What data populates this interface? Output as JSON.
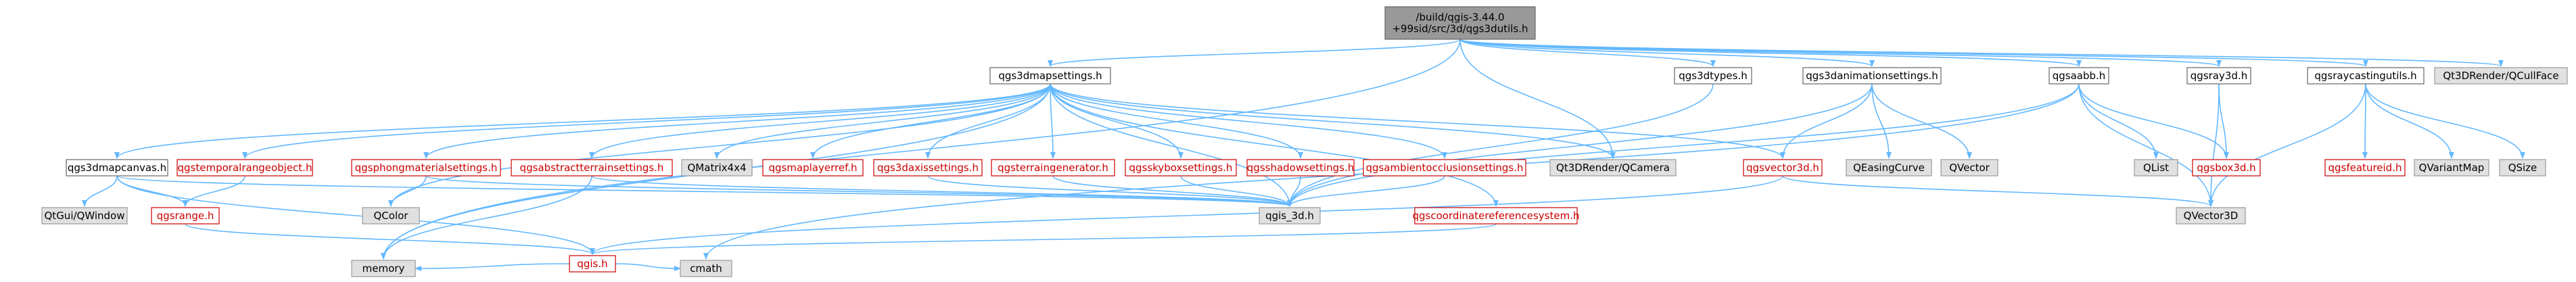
{
  "colors": {
    "root_fill": "#999999",
    "root_stroke": "#666666",
    "plain_fill": "#ffffff",
    "plain_stroke": "#666666",
    "red_fill": "#ffffff",
    "red_stroke": "#cc0000",
    "red_text": "#cc0000",
    "external_fill": "#e0e0e0",
    "external_stroke": "#999999",
    "text": "#000000",
    "edge": "#63b8ff"
  },
  "nodes": [
    {
      "id": "root",
      "lines": [
        "/build/qgis-3.44.0",
        "+99sid/src/3d/qgs3dutils.h"
      ],
      "kind": "root"
    },
    {
      "id": "mapsettings",
      "lines": [
        "qgs3dmapsettings.h"
      ],
      "kind": "plain"
    },
    {
      "id": "types",
      "lines": [
        "qgs3dtypes.h"
      ],
      "kind": "plain"
    },
    {
      "id": "animsettings",
      "lines": [
        "qgs3danimationsettings.h"
      ],
      "kind": "plain"
    },
    {
      "id": "aabb",
      "lines": [
        "qgsaabb.h"
      ],
      "kind": "plain"
    },
    {
      "id": "ray3d",
      "lines": [
        "qgsray3d.h"
      ],
      "kind": "plain"
    },
    {
      "id": "raycasting",
      "lines": [
        "qgsraycastingutils.h"
      ],
      "kind": "plain"
    },
    {
      "id": "cullface",
      "lines": [
        "Qt3DRender/QCullFace"
      ],
      "kind": "external"
    },
    {
      "id": "mapcanvas",
      "lines": [
        "qgs3dmapcanvas.h"
      ],
      "kind": "plain"
    },
    {
      "id": "temporalrange",
      "lines": [
        "qgstemporalrangeobject.h"
      ],
      "kind": "red"
    },
    {
      "id": "phong",
      "lines": [
        "qgsphongmaterialsettings.h"
      ],
      "kind": "red"
    },
    {
      "id": "abstractterrain",
      "lines": [
        "qgsabstractterrainsettings.h"
      ],
      "kind": "red"
    },
    {
      "id": "qmatrix",
      "lines": [
        "QMatrix4x4"
      ],
      "kind": "external"
    },
    {
      "id": "maplayerref",
      "lines": [
        "qgsmaplayerref.h"
      ],
      "kind": "red"
    },
    {
      "id": "axissettings",
      "lines": [
        "qgs3daxissettings.h"
      ],
      "kind": "red"
    },
    {
      "id": "terraingen",
      "lines": [
        "qgsterraingenerator.h"
      ],
      "kind": "red"
    },
    {
      "id": "skybox",
      "lines": [
        "qgsskyboxsettings.h"
      ],
      "kind": "red"
    },
    {
      "id": "shadow",
      "lines": [
        "qgsshadowsettings.h"
      ],
      "kind": "red"
    },
    {
      "id": "ambient",
      "lines": [
        "qgsambientocclusionsettings.h"
      ],
      "kind": "red"
    },
    {
      "id": "qcamera",
      "lines": [
        "Qt3DRender/QCamera"
      ],
      "kind": "external"
    },
    {
      "id": "vector3d",
      "lines": [
        "qgsvector3d.h"
      ],
      "kind": "red"
    },
    {
      "id": "easing",
      "lines": [
        "QEasingCurve"
      ],
      "kind": "external"
    },
    {
      "id": "qvector",
      "lines": [
        "QVector"
      ],
      "kind": "external"
    },
    {
      "id": "qlist",
      "lines": [
        "QList"
      ],
      "kind": "external"
    },
    {
      "id": "box3d",
      "lines": [
        "qgsbox3d.h"
      ],
      "kind": "red"
    },
    {
      "id": "featureid",
      "lines": [
        "qgsfeatureid.h"
      ],
      "kind": "red"
    },
    {
      "id": "variantmap",
      "lines": [
        "QVariantMap"
      ],
      "kind": "external"
    },
    {
      "id": "qsize",
      "lines": [
        "QSize"
      ],
      "kind": "external"
    },
    {
      "id": "qwindow",
      "lines": [
        "QtGui/QWindow"
      ],
      "kind": "external"
    },
    {
      "id": "range",
      "lines": [
        "qgsrange.h"
      ],
      "kind": "red"
    },
    {
      "id": "qcolor",
      "lines": [
        "QColor"
      ],
      "kind": "external"
    },
    {
      "id": "qgis3d",
      "lines": [
        "qgis_3d.h"
      ],
      "kind": "external"
    },
    {
      "id": "crs",
      "lines": [
        "qgscoordinatereferencesystem.h"
      ],
      "kind": "red"
    },
    {
      "id": "qvector3d",
      "lines": [
        "QVector3D"
      ],
      "kind": "external"
    },
    {
      "id": "qgis",
      "lines": [
        "qgis.h"
      ],
      "kind": "red"
    },
    {
      "id": "memory",
      "lines": [
        "memory"
      ],
      "kind": "external"
    },
    {
      "id": "cmath",
      "lines": [
        "cmath"
      ],
      "kind": "external"
    }
  ],
  "edges": [
    [
      "root",
      "mapsettings"
    ],
    [
      "root",
      "types"
    ],
    [
      "root",
      "animsettings"
    ],
    [
      "root",
      "aabb"
    ],
    [
      "root",
      "ray3d"
    ],
    [
      "root",
      "raycasting"
    ],
    [
      "root",
      "cullface"
    ],
    [
      "root",
      "qcamera"
    ],
    [
      "root",
      "memory"
    ],
    [
      "mapsettings",
      "mapcanvas"
    ],
    [
      "mapsettings",
      "temporalrange"
    ],
    [
      "mapsettings",
      "phong"
    ],
    [
      "mapsettings",
      "abstractterrain"
    ],
    [
      "mapsettings",
      "qmatrix"
    ],
    [
      "mapsettings",
      "maplayerref"
    ],
    [
      "mapsettings",
      "axissettings"
    ],
    [
      "mapsettings",
      "terraingen"
    ],
    [
      "mapsettings",
      "skybox"
    ],
    [
      "mapsettings",
      "shadow"
    ],
    [
      "mapsettings",
      "ambient"
    ],
    [
      "mapsettings",
      "qcamera"
    ],
    [
      "mapsettings",
      "vector3d"
    ],
    [
      "mapsettings",
      "qcolor"
    ],
    [
      "mapsettings",
      "qgis3d"
    ],
    [
      "mapsettings",
      "crs"
    ],
    [
      "mapsettings",
      "memory"
    ],
    [
      "types",
      "qgis3d"
    ],
    [
      "animsettings",
      "vector3d"
    ],
    [
      "animsettings",
      "easing"
    ],
    [
      "animsettings",
      "qvector"
    ],
    [
      "animsettings",
      "qgis3d"
    ],
    [
      "aabb",
      "qlist"
    ],
    [
      "aabb",
      "box3d"
    ],
    [
      "aabb",
      "qvector3d"
    ],
    [
      "aabb",
      "qgis3d"
    ],
    [
      "aabb",
      "cmath"
    ],
    [
      "ray3d",
      "box3d"
    ],
    [
      "ray3d",
      "qvector3d"
    ],
    [
      "raycasting",
      "featureid"
    ],
    [
      "raycasting",
      "variantmap"
    ],
    [
      "raycasting",
      "qsize"
    ],
    [
      "raycasting",
      "qvector3d"
    ],
    [
      "mapcanvas",
      "qwindow"
    ],
    [
      "mapcanvas",
      "range"
    ],
    [
      "mapcanvas",
      "qgis3d"
    ],
    [
      "mapcanvas",
      "qgis"
    ],
    [
      "temporalrange",
      "range"
    ],
    [
      "phong",
      "qcolor"
    ],
    [
      "phong",
      "qgis3d"
    ],
    [
      "abstractterrain",
      "memory"
    ],
    [
      "abstractterrain",
      "qgis3d"
    ],
    [
      "axissettings",
      "qgis3d"
    ],
    [
      "terraingen",
      "qgis3d"
    ],
    [
      "skybox",
      "qgis3d"
    ],
    [
      "shadow",
      "qgis3d"
    ],
    [
      "ambient",
      "qgis3d"
    ],
    [
      "vector3d",
      "qvector3d"
    ],
    [
      "vector3d",
      "qgis"
    ],
    [
      "range",
      "qgis"
    ],
    [
      "crs",
      "qgis"
    ],
    [
      "qgis",
      "memory"
    ],
    [
      "qgis",
      "cmath"
    ]
  ]
}
